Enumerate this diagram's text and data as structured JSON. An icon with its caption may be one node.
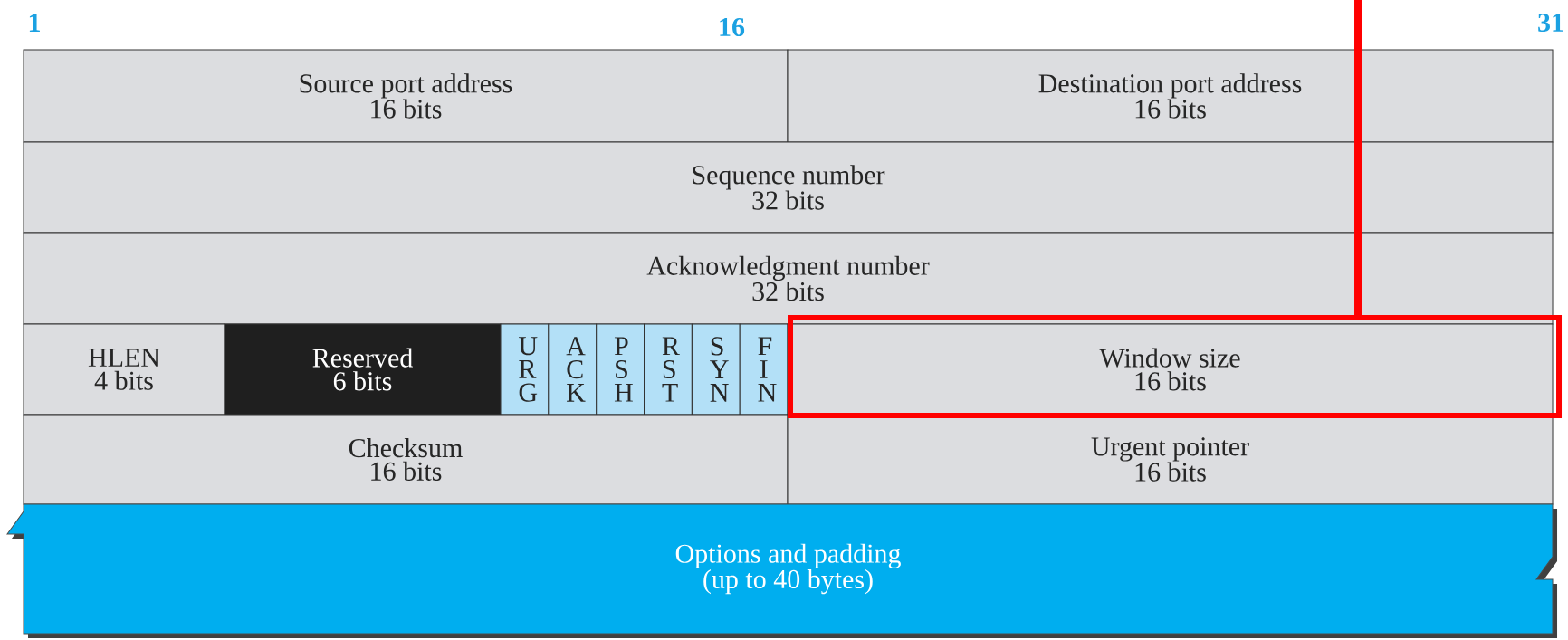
{
  "diagram": {
    "nodes": [
      {
        "text": [
          "Source port address",
          "16 bits"
        ]
      },
      {
        "text": [
          "Destination port address",
          "16 bits"
        ]
      },
      {
        "text": [
          "Sequence number",
          "32 bits"
        ]
      },
      {
        "text": [
          "Acknowledgment number",
          "32 bits"
        ]
      },
      {
        "text": [
          "HLEN",
          "4 bits"
        ]
      },
      {
        "text": [
          "Reserved",
          "6 bits"
        ]
      },
      {
        "text": [
          "U R G"
        ]
      },
      {
        "text": [
          "A C K"
        ]
      },
      {
        "text": [
          "P S H"
        ]
      },
      {
        "text": [
          "R S T"
        ]
      },
      {
        "text": [
          "S Y N"
        ]
      },
      {
        "text": [
          "F I N"
        ]
      },
      {
        "text": [
          "Window size",
          "16 bits"
        ]
      },
      {
        "text": [
          "Checksum",
          "16 bits"
        ]
      },
      {
        "text": [
          "Urgent pointer",
          "16 bits"
        ]
      },
      {
        "text": [
          "Options and padding",
          "(up to 40 bytes)"
        ]
      },
      {
        "text": [],
        "shape": "box"
      }
    ],
    "edges": [
      {
        "from": null,
        "to": 16,
        "arrow": "none",
        "color": "#ff0000"
      }
    ],
    "labels": [
      "1",
      "16",
      "31"
    ]
  }
}
